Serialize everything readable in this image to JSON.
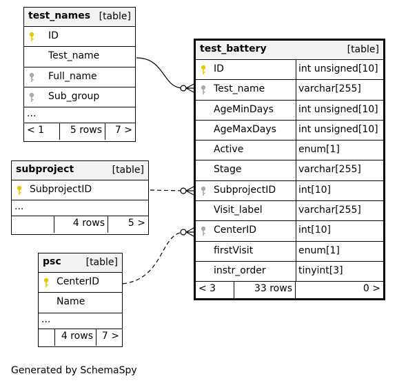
{
  "tables": {
    "test_names": {
      "name": "test_names",
      "kind": "[table]",
      "cols": [
        "ID",
        "Test_name",
        "Full_name",
        "Sub_group"
      ],
      "more": "...",
      "nav": {
        "prev": "< 1",
        "rows": "5 rows",
        "next": "7 >"
      }
    },
    "subproject": {
      "name": "subproject",
      "kind": "[table]",
      "cols": [
        "SubprojectID"
      ],
      "more": "...",
      "nav": {
        "prev": "",
        "rows": "4 rows",
        "next": "5 >"
      }
    },
    "psc": {
      "name": "psc",
      "kind": "[table]",
      "cols": [
        "CenterID",
        "Name"
      ],
      "more": "...",
      "nav": {
        "prev": "",
        "rows": "4 rows",
        "next": "7 >"
      }
    },
    "test_battery": {
      "name": "test_battery",
      "kind": "[table]",
      "cols": [
        {
          "name": "ID",
          "type": "int unsigned[10]"
        },
        {
          "name": "Test_name",
          "type": "varchar[255]"
        },
        {
          "name": "AgeMinDays",
          "type": "int unsigned[10]"
        },
        {
          "name": "AgeMaxDays",
          "type": "int unsigned[10]"
        },
        {
          "name": "Active",
          "type": "enum[1]"
        },
        {
          "name": "Stage",
          "type": "varchar[255]"
        },
        {
          "name": "SubprojectID",
          "type": "int[10]"
        },
        {
          "name": "Visit_label",
          "type": "varchar[255]"
        },
        {
          "name": "CenterID",
          "type": "int[10]"
        },
        {
          "name": "firstVisit",
          "type": "enum[1]"
        },
        {
          "name": "instr_order",
          "type": "tinyint[3]"
        }
      ],
      "nav": {
        "prev": "< 3",
        "rows": "33 rows",
        "next": "0 >"
      }
    }
  },
  "footer": "Generated by SchemaSpy",
  "colors": {
    "primary_key": "#e6c800",
    "foreign_key": "#aaaaaa",
    "header_bg": "#f2f2f2"
  }
}
